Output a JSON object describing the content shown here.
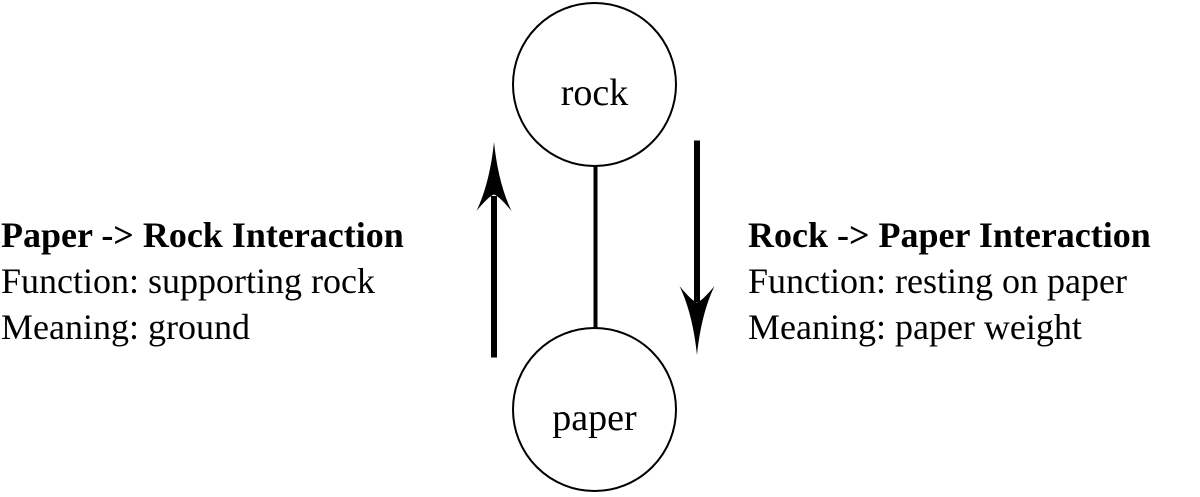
{
  "colors": {
    "ink": "#000000",
    "background": "#ffffff"
  },
  "diagram": {
    "nodes": {
      "top": {
        "label": "rock"
      },
      "bottom": {
        "label": "paper"
      }
    }
  },
  "annotations": {
    "left": {
      "title": "Paper -> Rock Interaction",
      "function_line": "Function: supporting rock",
      "meaning_line": "Meaning: ground"
    },
    "right": {
      "title": "Rock -> Paper Interaction",
      "function_line": "Function: resting on paper",
      "meaning_line": "Meaning: paper weight"
    }
  }
}
